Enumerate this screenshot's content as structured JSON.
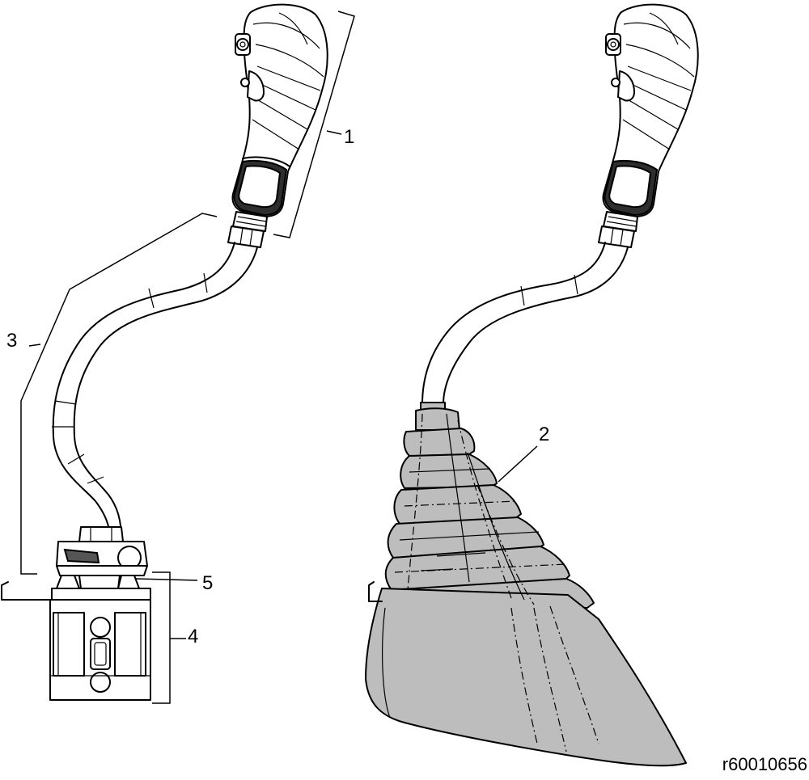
{
  "labels": {
    "l1": "1",
    "l2": "2",
    "l3": "3",
    "l4": "4",
    "l5": "5"
  },
  "reference": "r60010656",
  "colors": {
    "line": "#000000",
    "boot_fill": "#bdbdbd",
    "background": "#ffffff"
  }
}
